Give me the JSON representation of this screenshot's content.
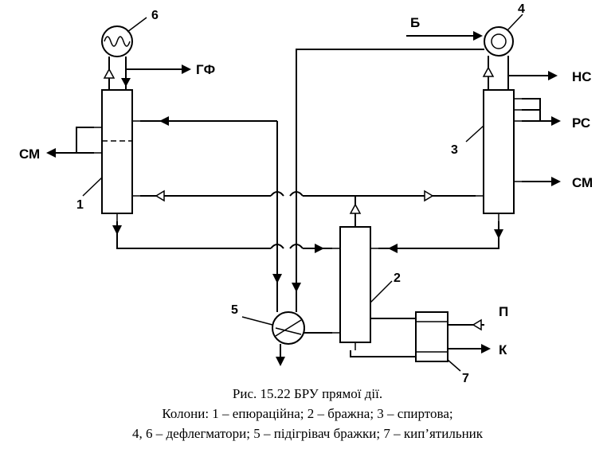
{
  "streams": {
    "gf": "ГФ",
    "b": "Б",
    "ns": "НС",
    "rs": "РС",
    "sm_right": "СМ",
    "sm_left": "СМ",
    "p": "П",
    "k": "К"
  },
  "numbers": {
    "n1": "1",
    "n2": "2",
    "n3": "3",
    "n4": "4",
    "n5": "5",
    "n6": "6",
    "n7": "7"
  },
  "caption": {
    "line1": "Рис. 15.22 БРУ прямої дії.",
    "line2": "Колони: 1 – епюраційна; 2 – бражна; 3 – спиртова;",
    "line3": "4, 6 – дефлегматори; 5 – підігрівач бражки; 7 – кип’ятильник"
  }
}
